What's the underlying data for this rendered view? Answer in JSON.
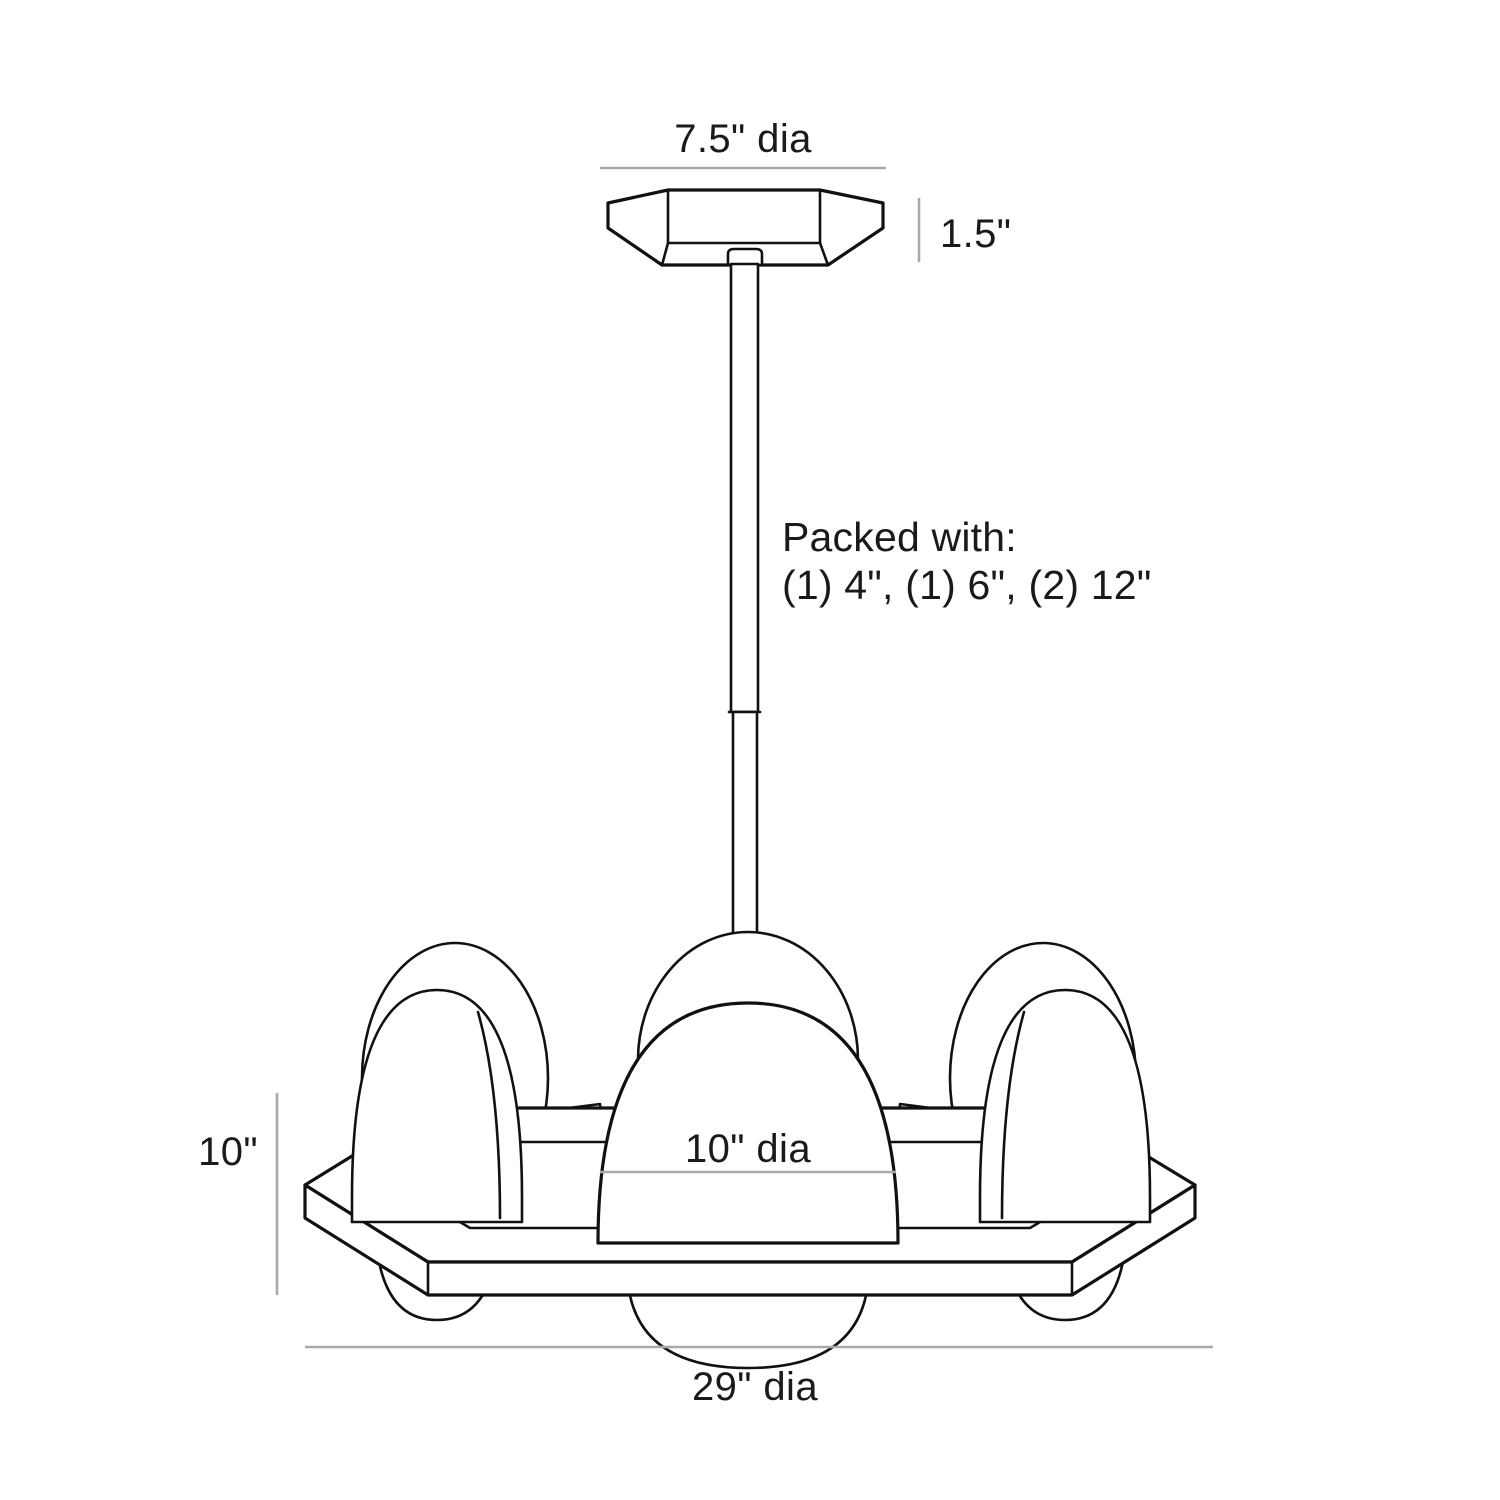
{
  "drawing": {
    "subject": "pendant-chandelier-dimension-drawing",
    "background_color": "#ffffff",
    "line_color": "#111111",
    "dimension_line_color": "#a9a9a9"
  },
  "dimensions": {
    "canopy_diameter": "7.5\" dia",
    "canopy_height": "1.5\"",
    "globe_diameter": "10\" dia",
    "fixture_height": "10\"",
    "fixture_diameter": "29\" dia"
  },
  "notes": {
    "packed_with_label": "Packed with:",
    "packed_with_items": "(1) 4\", (1) 6\", (2) 12\""
  },
  "parts": {
    "canopy": "hexagonal-canopy",
    "stem": "downrod-stem",
    "stem_coupling": "stem-coupling-joint",
    "frame": "hexagonal-frame-ring",
    "spokes": "radial-spoke-web",
    "globes": "glass-globe-shades"
  }
}
